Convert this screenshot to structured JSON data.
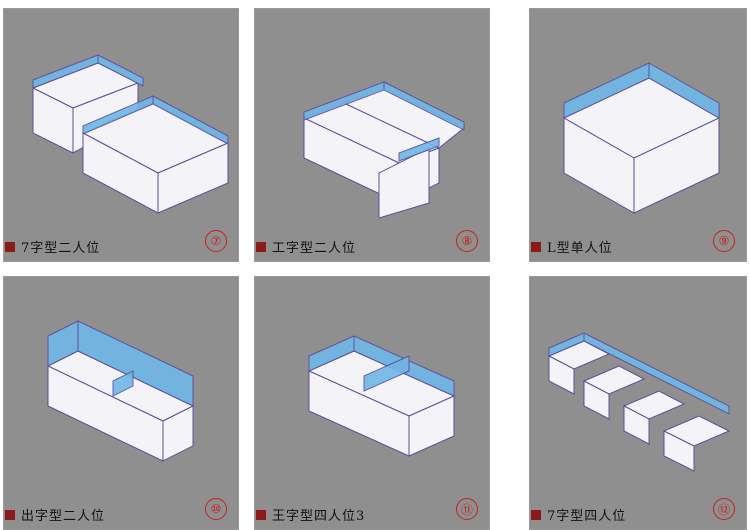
{
  "tiles": [
    {
      "label": "7字型二人位",
      "badge": "⑦"
    },
    {
      "label": "工字型二人位",
      "badge": "⑧"
    },
    {
      "label": "L型单人位",
      "badge": "⑨"
    },
    {
      "label": "出字型二人位",
      "badge": "⑩"
    },
    {
      "label": "王字型四人位3",
      "badge": "⑪"
    },
    {
      "label": "7字型四人位",
      "badge": "⑫"
    }
  ],
  "colors": {
    "tile_bg": "#8f8f8f",
    "swatch": "#8b1a1a",
    "badge": "#c8201a",
    "panel_glass": "#6fb7e8"
  }
}
